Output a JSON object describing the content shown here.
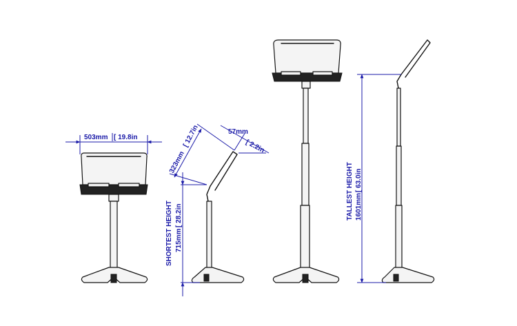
{
  "dimensions": {
    "width_mm": "503mm",
    "width_in": "19.8in",
    "desk_mm": "323mm",
    "desk_in": "12.7in",
    "lip_mm": "57mm",
    "lip_in": "2.2in",
    "shortest_label": "SHORTEST HEIGHT",
    "shortest_mm": "715mm",
    "shortest_in": "28.2in",
    "tallest_label": "TALLEST HEIGHT",
    "tallest_mm": "1601mm",
    "tallest_in": "63.0in"
  },
  "colors": {
    "dimension": "#1a1aa8",
    "outline": "#111111"
  }
}
